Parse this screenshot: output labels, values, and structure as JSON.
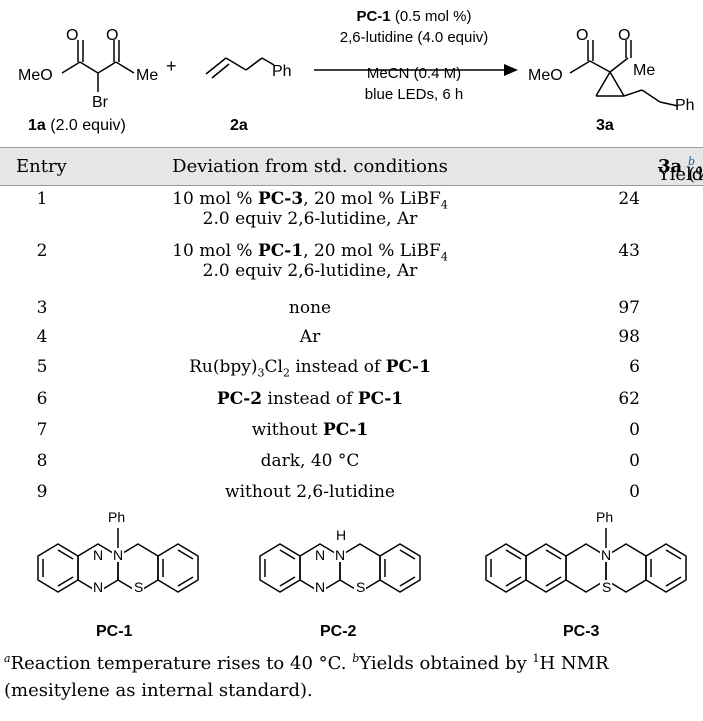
{
  "scheme": {
    "reactant1": {
      "label_bold": "1a",
      "label_rest": "(2.0 equiv)",
      "ester": "MeO",
      "ketone": "Me",
      "halide": "Br",
      "o1": "O",
      "o2": "O"
    },
    "plus": "+",
    "reactant2": {
      "label_bold": "2a",
      "substituent": "Ph"
    },
    "conditions_above": {
      "catalyst_bold": "PC-1",
      "catalyst_rest": "(0.5 mol %)",
      "base": "2,6-lutidine (4.0 equiv)"
    },
    "conditions_below": {
      "solvent": "MeCN (0.4 M)",
      "light": "blue LEDs, 6 h"
    },
    "product": {
      "label_bold": "3a",
      "ester": "MeO",
      "ketone": "Me",
      "substituent": "Ph",
      "o1": "O",
      "o2": "O"
    }
  },
  "table": {
    "headers": {
      "entry": "Entry",
      "deviation": "Deviation from std. conditions",
      "yield_prefix": "Yield of",
      "yield_bold": "3a",
      "yield_suffix": "(%)",
      "yield_note": "b"
    },
    "rows": [
      {
        "entry": "1",
        "line1": {
          "a": "10 mol % ",
          "b": "PC-3",
          "c": ", 20 mol % LiBF",
          "sub": "4"
        },
        "line2": "2.0 equiv 2,6-lutidine, Ar",
        "yield": "24"
      },
      {
        "entry": "2",
        "line1": {
          "a": "10 mol % ",
          "b": "PC-1",
          "c": ", 20 mol % LiBF",
          "sub": "4"
        },
        "line2": "2.0 equiv 2,6-lutidine, Ar",
        "yield": "43"
      },
      {
        "entry": "3",
        "text": "none",
        "yield": "97"
      },
      {
        "entry": "4",
        "text": "Ar",
        "yield": "98"
      },
      {
        "entry": "5",
        "parts": {
          "a": "Ru(bpy)",
          "sub1": "3",
          "b": "Cl",
          "sub2": "2",
          "c": " instead of ",
          "d": "PC-1"
        },
        "yield": "6"
      },
      {
        "entry": "6",
        "parts": {
          "a": "PC-2",
          "b": " instead of ",
          "c": "PC-1"
        },
        "yield": "62"
      },
      {
        "entry": "7",
        "parts": {
          "a": "without ",
          "b": "PC-1"
        },
        "yield": "0"
      },
      {
        "entry": "8",
        "text": "dark, 40 °C",
        "yield": "0"
      },
      {
        "entry": "9",
        "text": "without 2,6-lutidine",
        "yield": "0"
      }
    ]
  },
  "catalysts": [
    {
      "label": "PC-1",
      "n_substituent": "Ph",
      "n_atom": "N",
      "s_atom": "S"
    },
    {
      "label": "PC-2",
      "n_substituent": "H",
      "n_atom": "N",
      "s_atom": "S"
    },
    {
      "label": "PC-3",
      "n_substituent": "Ph",
      "n_atom": "N",
      "s_atom": "S"
    }
  ],
  "footnotes": {
    "a_mark": "a",
    "a_text": "Reaction temperature rises to 40 °C.",
    "b_mark": "b",
    "b_text_1": "Yields obtained by ",
    "b_sup": "1",
    "b_text_2": "H NMR (mesitylene as internal standard)."
  }
}
